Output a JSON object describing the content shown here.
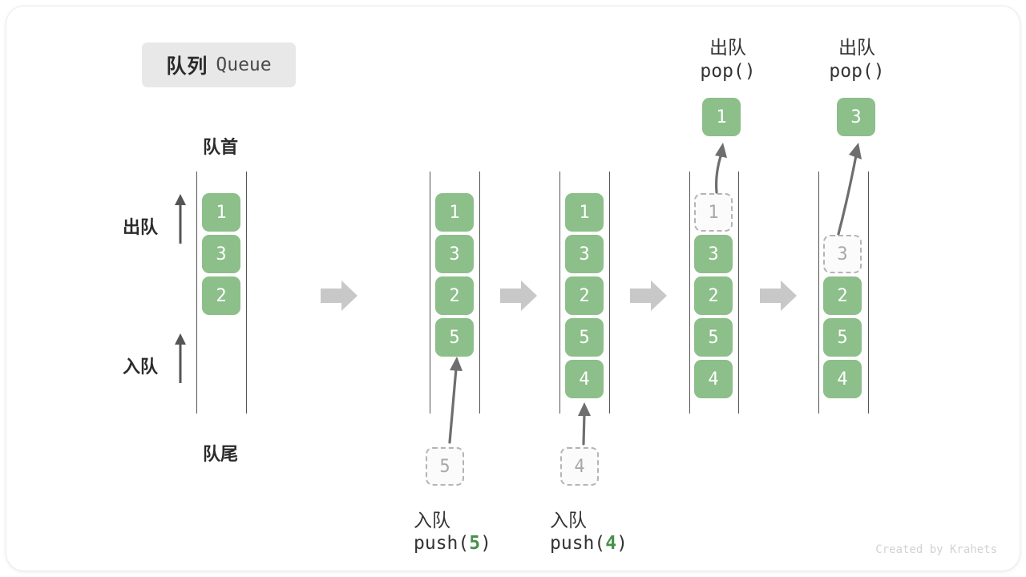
{
  "title": {
    "cn": "队列",
    "en": "Queue"
  },
  "labels": {
    "head": "队首",
    "tail": "队尾",
    "dequeue": "出队",
    "enqueue": "入队"
  },
  "colors": {
    "item_green": "#8cbf89",
    "ghost_border": "#b4b4b4",
    "ghost_text": "#a8a8a8",
    "rail": "#555555",
    "step_arrow": "#c8c8c8",
    "badge_bg": "#e8e8e8",
    "code_highlight": "#46914b"
  },
  "columns": [
    {
      "name": "initial-state",
      "items": [
        "1",
        "3",
        "2"
      ],
      "ghost": null
    },
    {
      "name": "after-push-5",
      "items": [
        "1",
        "3",
        "2",
        "5"
      ],
      "ghost": null
    },
    {
      "name": "after-push-4",
      "items": [
        "1",
        "3",
        "2",
        "5",
        "4"
      ],
      "ghost": null
    },
    {
      "name": "popping-1",
      "items": [
        "3",
        "2",
        "5",
        "4"
      ],
      "ghost": "1"
    },
    {
      "name": "popping-3",
      "items": [
        "2",
        "5",
        "4"
      ],
      "ghost": "3"
    }
  ],
  "operations": {
    "push_5": {
      "label": "入队",
      "code_prefix": "push(",
      "code_value": "5",
      "code_suffix": ")",
      "ghost_value": "5"
    },
    "push_4": {
      "label": "入队",
      "code_prefix": "push(",
      "code_value": "4",
      "code_suffix": ")",
      "ghost_value": "4"
    },
    "pop_1": {
      "label": "出队",
      "code": "pop()",
      "popped_value": "1"
    },
    "pop_3": {
      "label": "出队",
      "code": "pop()",
      "popped_value": "3"
    }
  },
  "watermark": "Created by Krahets"
}
